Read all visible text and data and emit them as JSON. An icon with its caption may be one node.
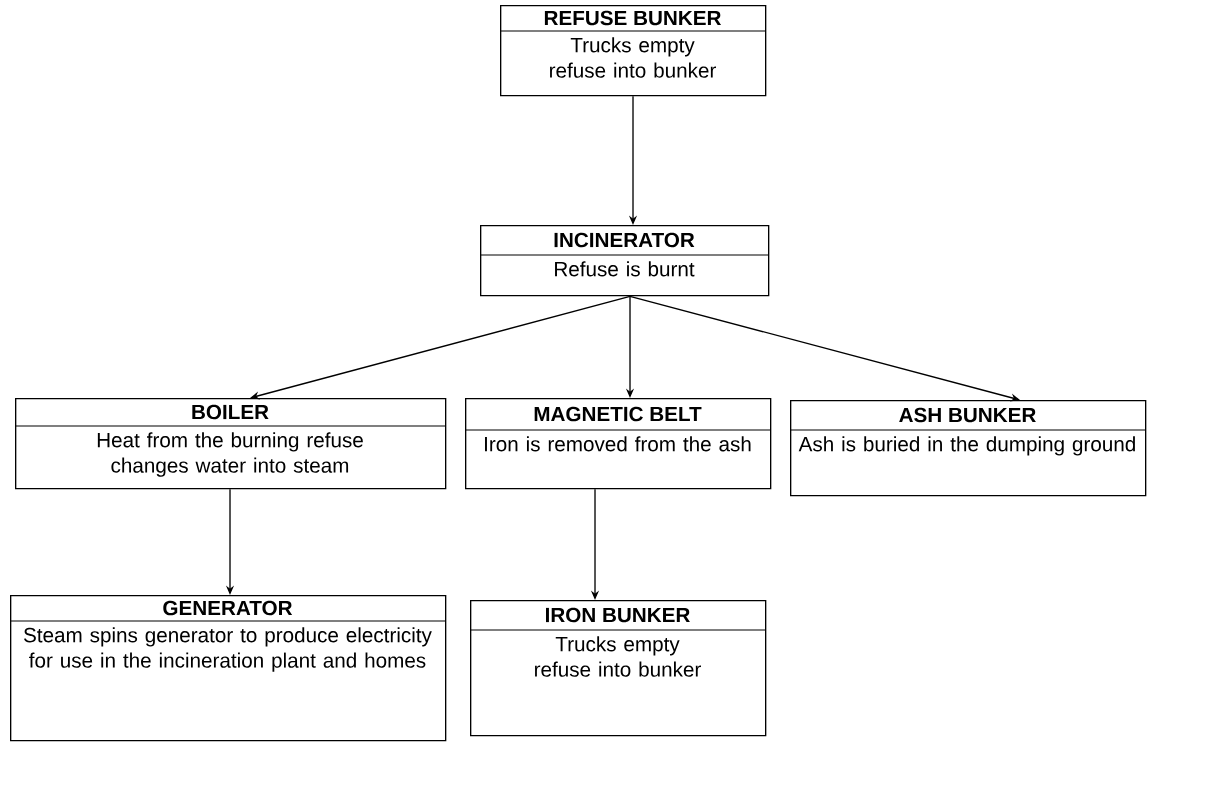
{
  "diagram": {
    "nodes": [
      {
        "text": [
          "REFUSE BUNKER",
          "Trucks empty refuse into bunker"
        ]
      },
      {
        "text": [
          "INCINERATOR",
          "Refuse is burnt"
        ]
      },
      {
        "text": [
          "BOILER",
          "Heat from the burning refuse changes water into steam"
        ]
      },
      {
        "text": [
          "MAGNETIC BELT",
          "Iron is removed from the ash"
        ]
      },
      {
        "text": [
          "ASH BUNKER",
          "Ash is buried in the dumping ground"
        ]
      },
      {
        "text": [
          "GENERATOR",
          "Steam spins generator to produce electricity for use in the incineration plant and homes"
        ]
      },
      {
        "text": [
          "IRON BUNKER",
          "Trucks empty refuse into bunker"
        ]
      }
    ],
    "edges": [
      {
        "from": 0,
        "to": 1,
        "arrow": "to"
      },
      {
        "from": 1,
        "to": 2,
        "arrow": "to"
      },
      {
        "from": 1,
        "to": 3,
        "arrow": "to"
      },
      {
        "from": 1,
        "to": 4,
        "arrow": "to"
      },
      {
        "from": 2,
        "to": 5,
        "arrow": "to"
      },
      {
        "from": 3,
        "to": 6,
        "arrow": "to"
      }
    ]
  }
}
